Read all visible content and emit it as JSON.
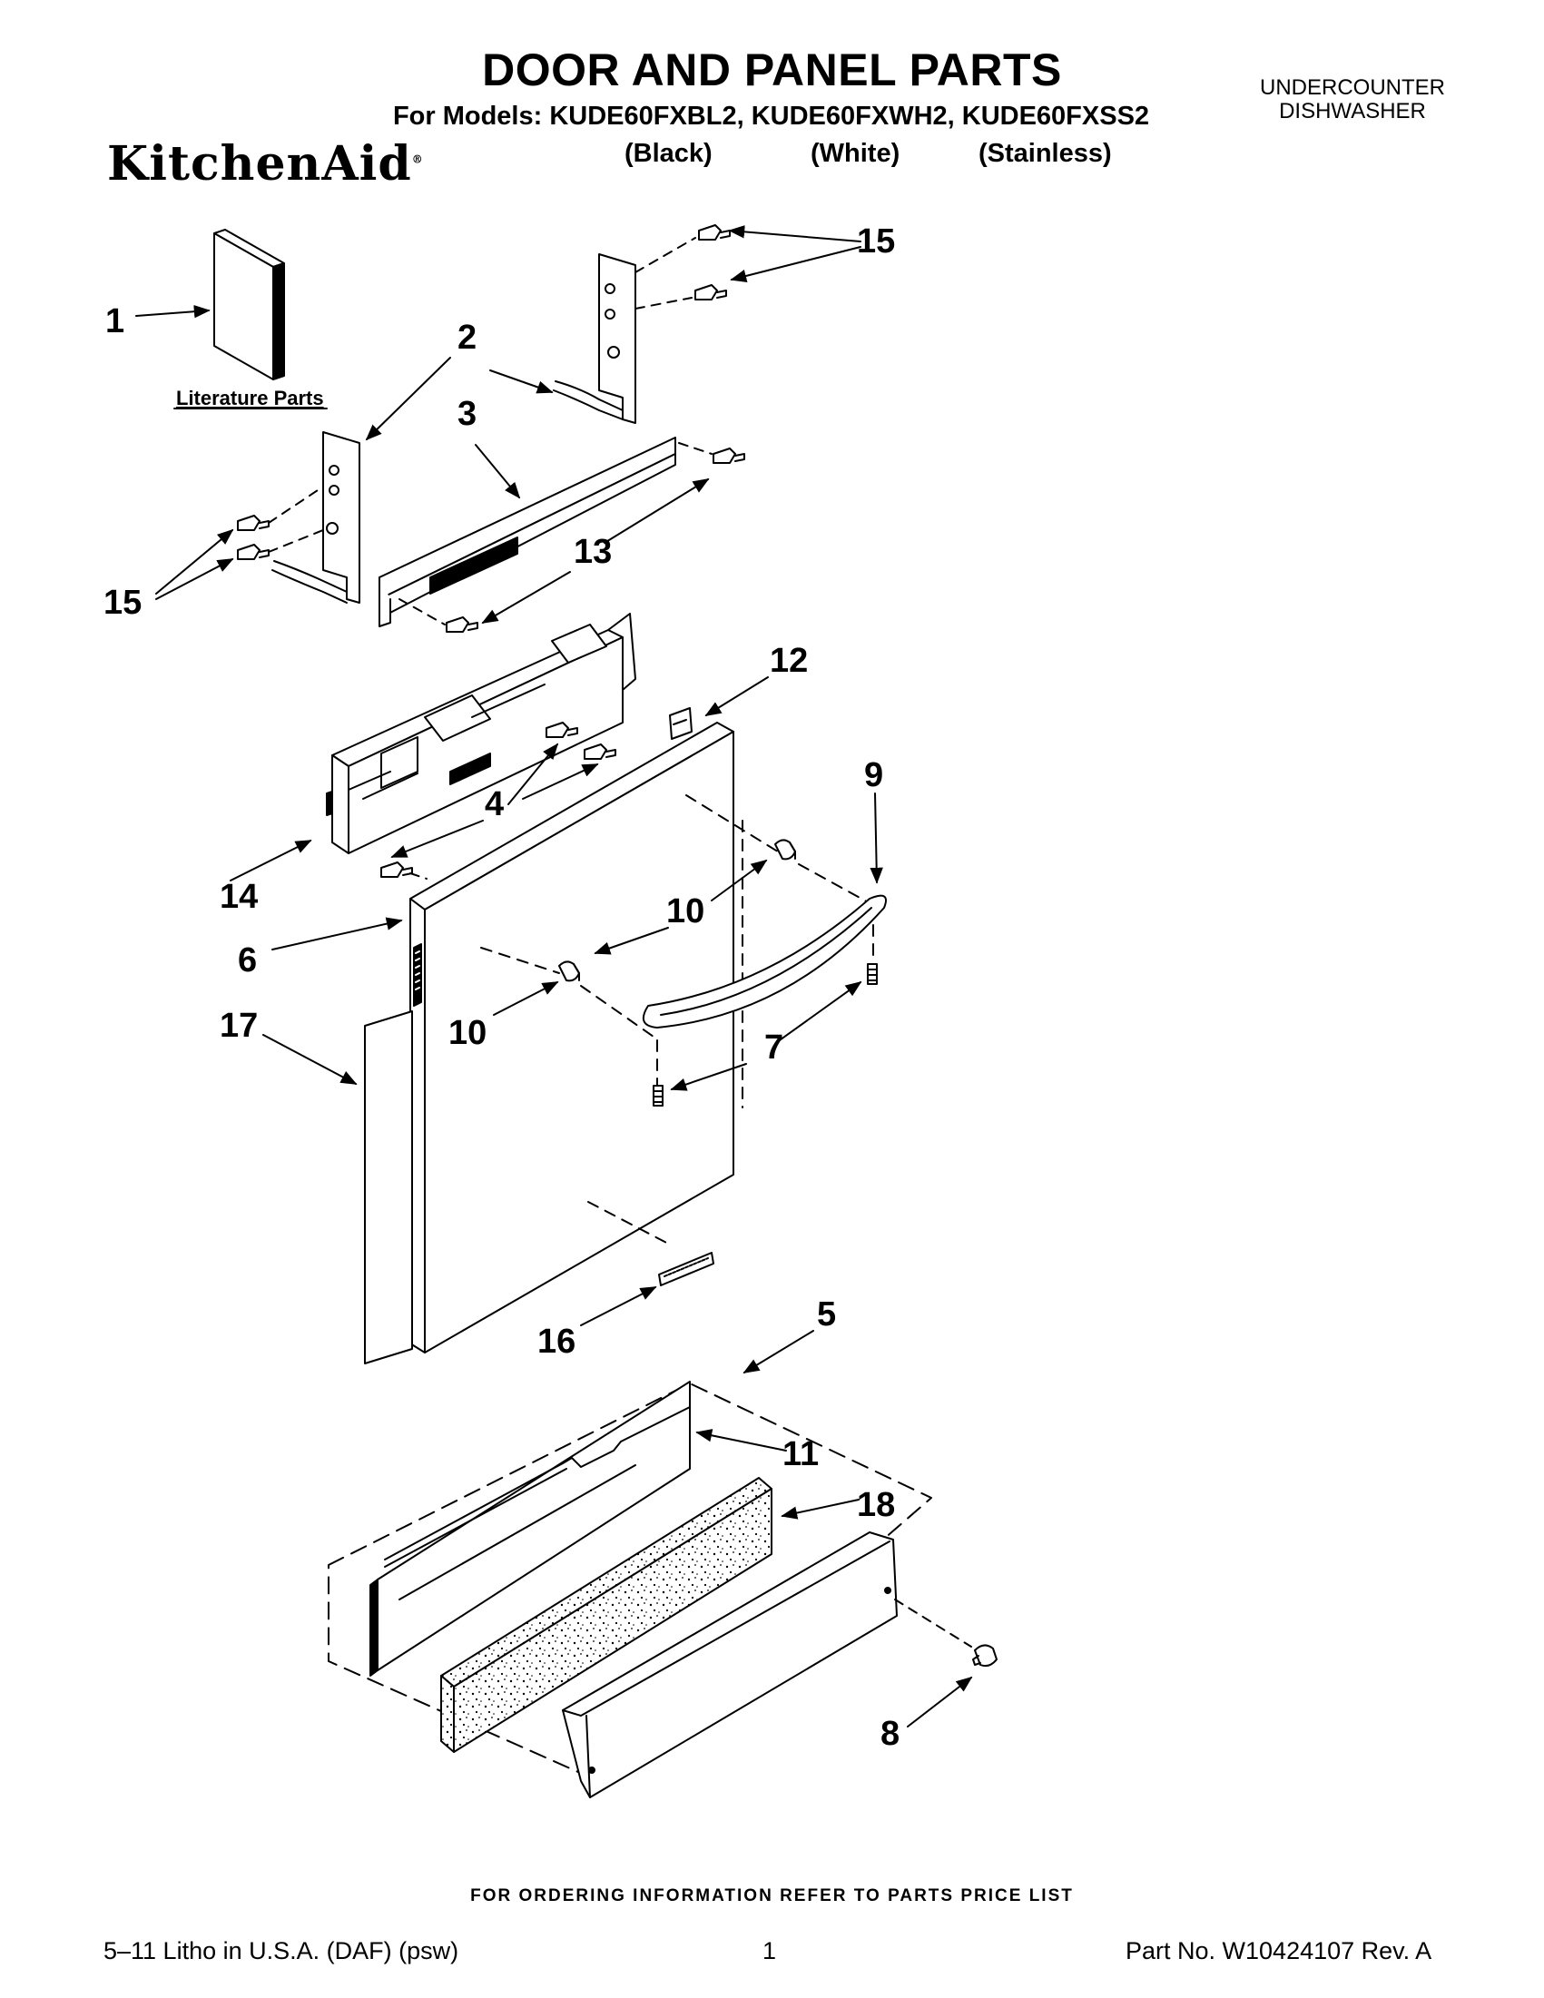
{
  "header": {
    "title": "DOOR AND PANEL PARTS",
    "models_line": "For Models: KUDE60FXBL2, KUDE60FXWH2, KUDE60FXSS2",
    "variants": [
      "(Black)",
      "(White)",
      "(Stainless)"
    ],
    "category_line1": "UNDERCOUNTER",
    "category_line2": "DISHWASHER",
    "brand": "KitchenAid"
  },
  "diagram": {
    "literature_label": "Literature Parts",
    "callouts": {
      "c1": "1",
      "c2": "2",
      "c3": "3",
      "c4": "4",
      "c5": "5",
      "c6": "6",
      "c7": "7",
      "c8": "8",
      "c9": "9",
      "c10a": "10",
      "c10b": "10",
      "c11": "11",
      "c12": "12",
      "c13": "13",
      "c14": "14",
      "c15a": "15",
      "c15b": "15",
      "c16": "16",
      "c17": "17",
      "c18": "18"
    }
  },
  "footer": {
    "ordering": "FOR ORDERING INFORMATION REFER TO PARTS PRICE LIST",
    "print_info": "5–11 Litho in U.S.A. (DAF) (psw)",
    "page_number": "1",
    "part_number": "Part No. W10424107 Rev. A"
  }
}
